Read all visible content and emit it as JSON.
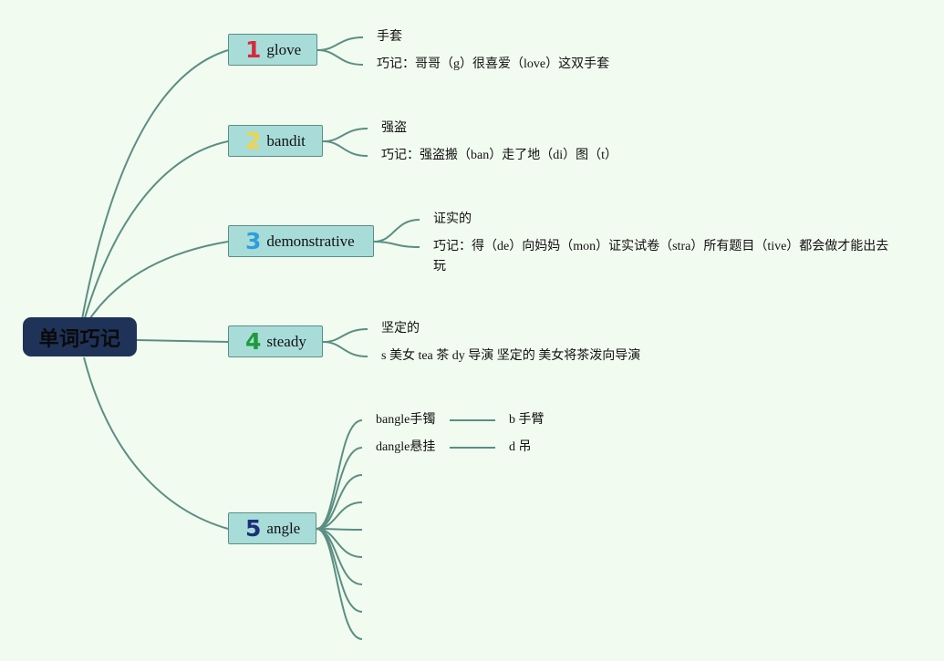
{
  "root": {
    "label": "单词巧记",
    "color": "#1e3357"
  },
  "link_color": "#5c8f84",
  "words": [
    {
      "num": "1",
      "num_color": "#d62b3a",
      "word": "glove",
      "meaning": "手套",
      "tip": "巧记：哥哥（g）很喜爱（love）这双手套"
    },
    {
      "num": "2",
      "num_color": "#f3d34a",
      "word": "bandit",
      "meaning": "强盗",
      "tip": "巧记：强盗搬（ban）走了地（di）图（t）"
    },
    {
      "num": "3",
      "num_color": "#2f9fdc",
      "word": "demonstrative",
      "meaning": "证实的",
      "tip": "巧记：得（de）向妈妈（mon）证实试卷（stra）所有题目（tive）都会做才能出去玩"
    },
    {
      "num": "4",
      "num_color": "#1f9a3a",
      "word": "steady",
      "meaning": "坚定的",
      "tip": "s 美女 tea 茶 dy 导演 坚定的 美女将茶泼向导演"
    },
    {
      "num": "5",
      "num_color": "#1b2f7a",
      "word": "angle",
      "sub": [
        {
          "text": "bangle手镯",
          "related": "b 手臂"
        },
        {
          "text": "dangle悬挂",
          "related": "d 吊"
        }
      ]
    }
  ]
}
